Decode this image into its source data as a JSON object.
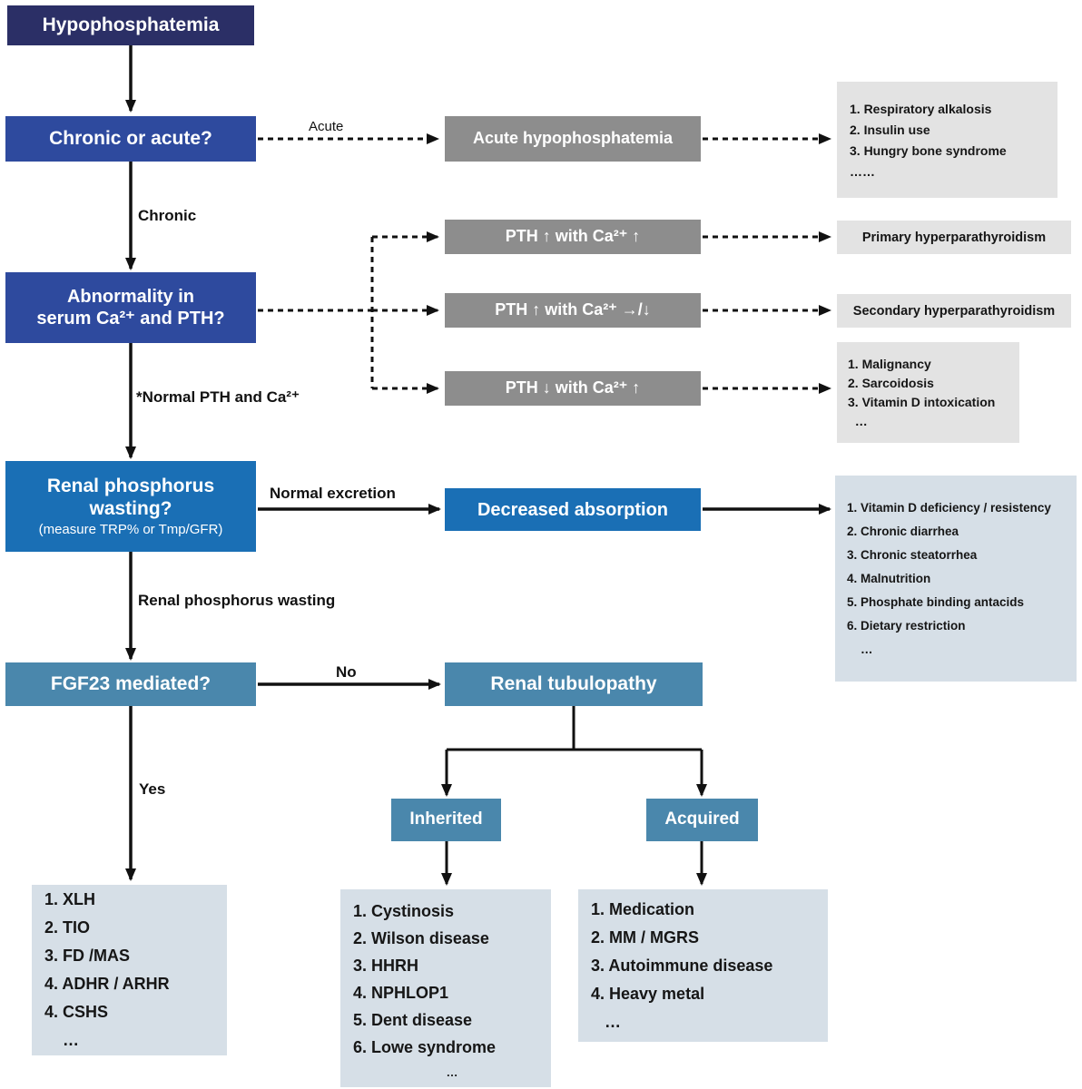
{
  "figure": "Hypophosphatemia diagnostic flowchart",
  "colors": {
    "navy": "#2b2f66",
    "royal_blue": "#2e4a9e",
    "bright_blue": "#1a6fb5",
    "steel_blue": "#4a87ac",
    "gray": "#8d8d8d",
    "light_gray": "#e3e3e3",
    "blue_gray": "#d6dfe7",
    "arrow": "#111111"
  },
  "nodes": {
    "root": {
      "label": "Hypophosphatemia"
    },
    "chronic_or_acute": {
      "label": "Chronic or acute?"
    },
    "acute_hypophosphatemia": {
      "label": "Acute hypophosphatemia"
    },
    "acute_causes": {
      "items": [
        "1. Respiratory alkalosis",
        "2. Insulin use",
        "3. Hungry bone syndrome",
        "……"
      ]
    },
    "abnormality": {
      "line1": "Abnormality in",
      "line2": "serum Ca²⁺  and PTH?"
    },
    "pth_up_ca_up": {
      "label": "PTH ↑ with Ca²⁺ ↑"
    },
    "pth_up_ca_mixed": {
      "label": "PTH ↑ with Ca²⁺ →/↓"
    },
    "pth_down_ca_up": {
      "label": "PTH ↓ with Ca²⁺ ↑"
    },
    "primary_hpt": {
      "label": "Primary hyperparathyroidism"
    },
    "secondary_hpt": {
      "label": "Secondary hyperparathyroidism"
    },
    "pth_down_causes": {
      "items": [
        "1. Malignancy",
        "2. Sarcoidosis",
        "3. Vitamin D intoxication",
        "  …"
      ]
    },
    "renal_wasting": {
      "line1": "Renal phosphorus",
      "line2": "wasting?",
      "subtitle": "(measure TRP% or Tmp/GFR)"
    },
    "decreased_absorption": {
      "label": "Decreased absorption"
    },
    "absorption_causes": {
      "items": [
        "1. Vitamin D deficiency / resistency",
        "2. Chronic diarrhea",
        "3. Chronic steatorrhea",
        "4. Malnutrition",
        "5. Phosphate binding antacids",
        "6. Dietary restriction",
        "    …"
      ]
    },
    "fgf23": {
      "label": "FGF23 mediated?"
    },
    "renal_tubulopathy": {
      "label": "Renal tubulopathy"
    },
    "inherited": {
      "label": "Inherited"
    },
    "acquired": {
      "label": "Acquired"
    },
    "fgf23_causes": {
      "items": [
        "1. XLH",
        "2. TIO",
        "3. FD /MAS",
        "4. ADHR / ARHR",
        "4. CSHS",
        "    …"
      ]
    },
    "inherited_causes": {
      "items": [
        "1. Cystinosis",
        "2. Wilson disease",
        "3. HHRH",
        "4. NPHLOP1",
        "5. Dent disease",
        "6. Lowe syndrome",
        "…"
      ]
    },
    "acquired_causes": {
      "items": [
        "1. Medication",
        "2. MM / MGRS",
        "3. Autoimmune disease",
        "4. Heavy metal",
        "   …"
      ]
    }
  },
  "edge_labels": {
    "acute": "Acute",
    "chronic": "Chronic",
    "normal_pth": "*Normal PTH and Ca²⁺",
    "normal_excretion": "Normal excretion",
    "renal_wasting": "Renal phosphorus wasting",
    "no": "No",
    "yes": "Yes"
  }
}
